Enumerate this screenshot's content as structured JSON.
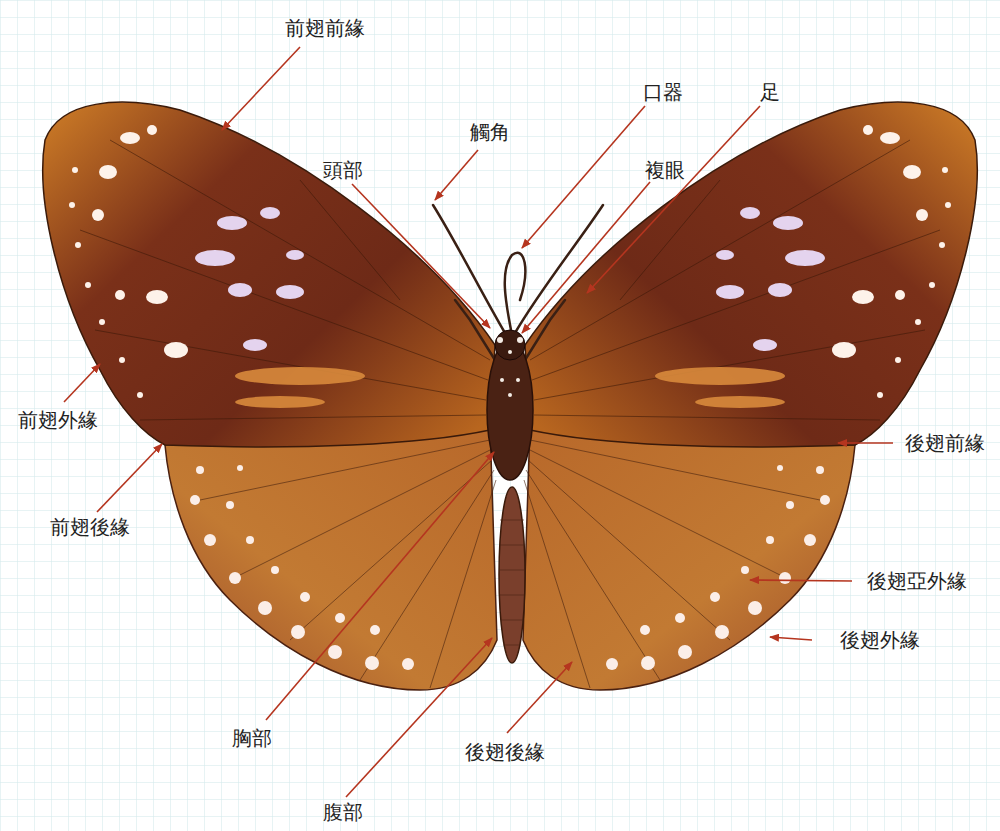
{
  "diagram": {
    "labels": [
      "前翅前緣",
      "口器",
      "足",
      "觸角",
      "頭部",
      "複眼",
      "前翅外緣",
      "後翅前緣",
      "前翅後緣",
      "後翅亞外緣",
      "後翅外緣",
      "胸部",
      "後翅後緣",
      "腹部"
    ]
  }
}
